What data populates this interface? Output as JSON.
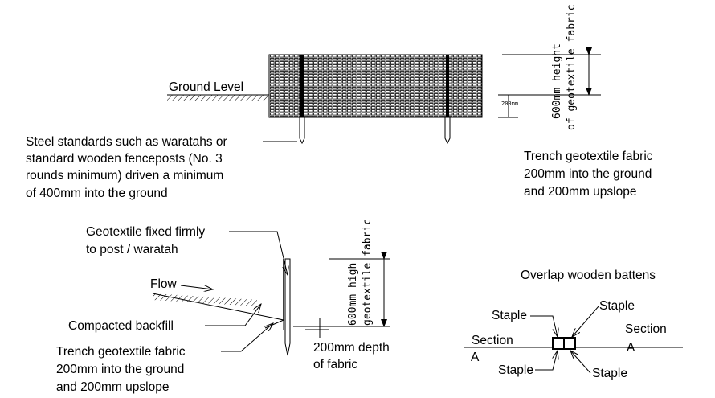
{
  "elevation": {
    "ground_level": "Ground Level",
    "dim_height": [
      "600mm height",
      "of geotextile fabric"
    ],
    "dim_small": "200mm",
    "standards_note": [
      "Steel standards such as waratahs or",
      "standard wooden fenceposts (No. 3",
      "rounds minimum) driven a minimum",
      "of 400mm into the ground"
    ],
    "trench_note": [
      "Trench geotextile fabric",
      "200mm into the ground",
      "and 200mm upslope"
    ]
  },
  "section": {
    "fixed_note": [
      "Geotextile fixed firmly",
      "to post / waratah"
    ],
    "flow": "Flow",
    "dim_height": [
      "600mm high",
      "geotextile fabric"
    ],
    "backfill": "Compacted backfill",
    "trench_note": [
      "Trench geotextile fabric",
      "200mm into the ground",
      "and 200mm upslope"
    ],
    "depth_note": [
      "200mm depth",
      "of fabric"
    ]
  },
  "overlap": {
    "title": "Overlap wooden battens",
    "staple_tl": "Staple",
    "staple_tr": "Staple",
    "staple_bl": "Staple",
    "staple_br": "Staple",
    "section_left": "Section",
    "section_right": "Section",
    "a_left": "A",
    "a_right": "A"
  }
}
